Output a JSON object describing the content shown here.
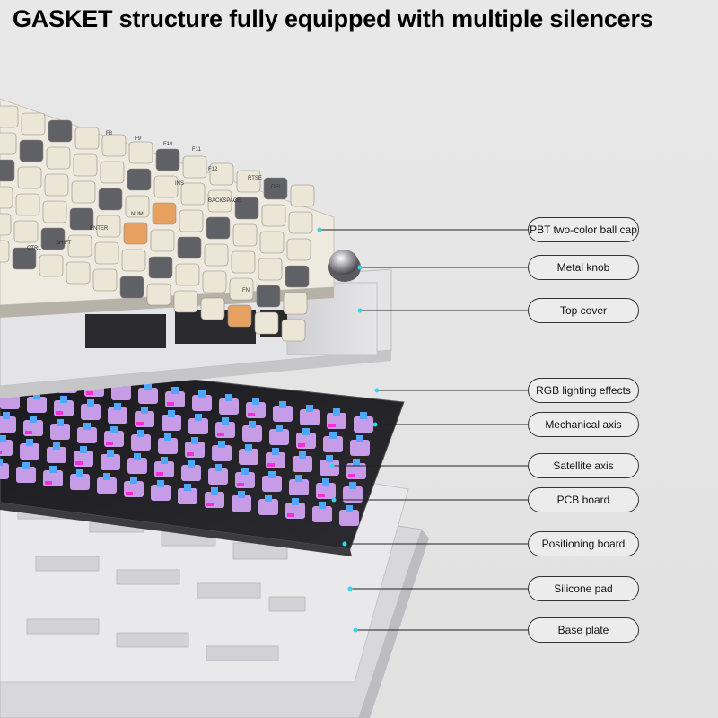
{
  "headline": "GASKET structure fully equipped with multiple silencers",
  "keycap_legends": [
    "F8",
    "F9",
    "F10",
    "F11",
    "F12",
    "RTSE",
    "DEL",
    "INS",
    "BACKSPACE",
    "NUM",
    "ENTER",
    "SHIFT",
    "CTRL",
    "FN",
    "ENTER"
  ],
  "callouts": [
    {
      "label": "PBT two-color ball cap"
    },
    {
      "label": "Metal knob"
    },
    {
      "label": "Top cover"
    },
    {
      "label": "RGB lighting effects"
    },
    {
      "label": "Mechanical axis"
    },
    {
      "label": "Satellite axis"
    },
    {
      "label": "PCB board"
    },
    {
      "label": "Positioning board"
    },
    {
      "label": "Silicone pad"
    },
    {
      "label": "Base plate"
    }
  ],
  "colors": {
    "keycap_cream": "#ece6d6",
    "keycap_gray": "#5f6166",
    "keycap_orange": "#e6a060",
    "switch_purple": "#c79ce6",
    "switch_blue": "#4fa7ff",
    "rgb_magenta": "#ff2bd6",
    "callout_dot": "#37d5ea"
  }
}
